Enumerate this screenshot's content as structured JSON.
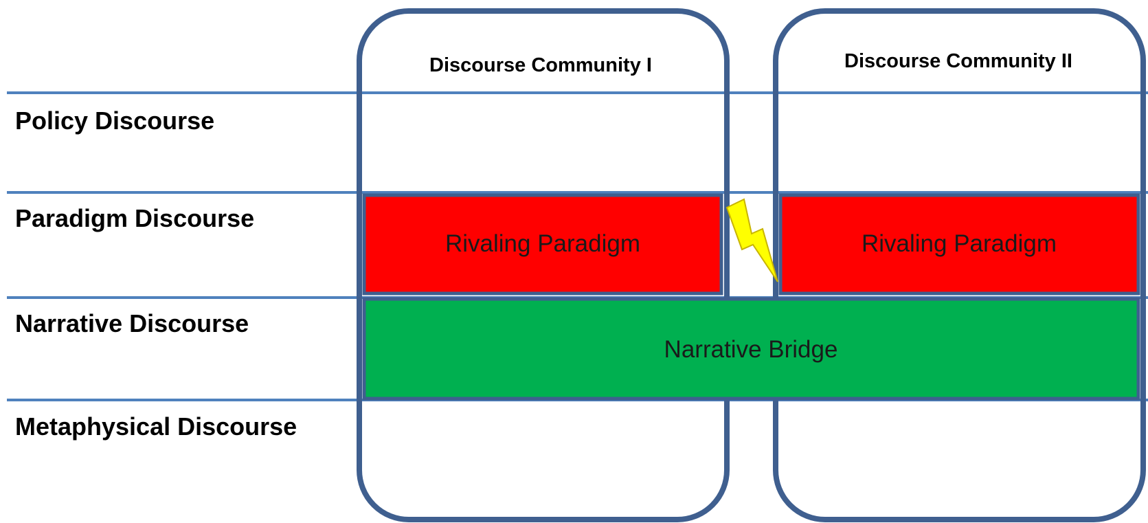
{
  "rows": [
    {
      "label": "Policy Discourse"
    },
    {
      "label": "Paradigm Discourse"
    },
    {
      "label": "Narrative Discourse"
    },
    {
      "label": "Metaphysical Discourse"
    }
  ],
  "columns": [
    {
      "label": "Discourse Community I"
    },
    {
      "label": "Discourse Community II"
    }
  ],
  "boxes": {
    "paradigm_left": {
      "label": "Rivaling Paradigm",
      "color": "#ff0000"
    },
    "paradigm_right": {
      "label": "Rivaling Paradigm",
      "color": "#ff0000"
    },
    "narrative_bridge": {
      "label": "Narrative Bridge",
      "color": "#00b050"
    }
  },
  "colors": {
    "line": "#4f81bd",
    "frame": "#3f5f8f",
    "lightning": "#ffff00"
  },
  "icons": {
    "conflict": "lightning-bolt-icon"
  }
}
